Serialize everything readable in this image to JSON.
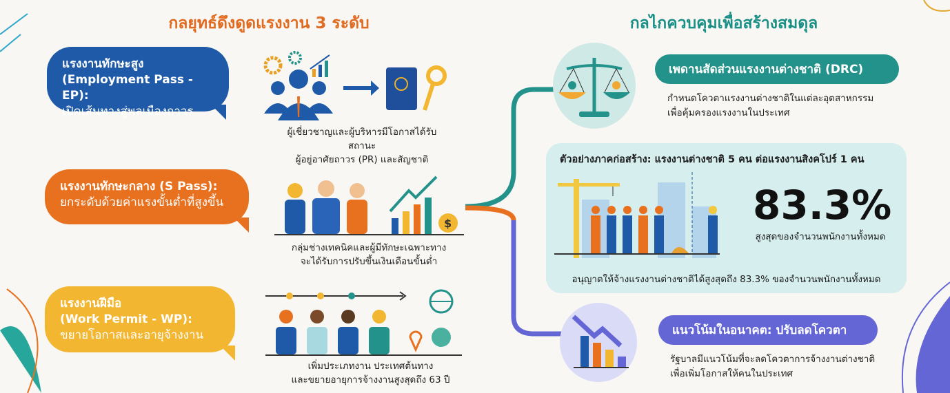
{
  "left": {
    "title": "กลยุทธ์ดึงดูดแรงงาน 3 ระดับ",
    "tiers": [
      {
        "lines": [
          "แรงงานทักษะสูง",
          "(Employment Pass - EP):",
          "เปิดเส้นทางสู่พลเมืองถาวร"
        ],
        "caption": [
          "ผู้เชี่ยวชาญและผู้บริหารมีโอกาสได้รับสถานะ",
          "ผู้อยู่อาศัยถาวร (PR) และสัญชาติ"
        ],
        "color": "#1f5aa8"
      },
      {
        "lines": [
          "แรงงานทักษะกลาง (S Pass):",
          "ยกระดับด้วยค่าแรงขั้นต่ำที่สูงขึ้น"
        ],
        "caption": [
          "กลุ่มช่างเทคนิคและผู้มีทักษะเฉพาะทาง",
          "จะได้รับการปรับขึ้นเงินเดือนขั้นต่ำ"
        ],
        "color": "#e8711f"
      },
      {
        "lines": [
          "แรงงานฝีมือ",
          "(Work Permit - WP):",
          "ขยายโอกาสและอายุจ้างงาน"
        ],
        "caption": [
          "เพิ่มประเภทงาน ประเทศต้นทาง",
          "และขยายอายุการจ้างงานสูงสุดถึง 63 ปี"
        ],
        "color": "#f2b630"
      }
    ]
  },
  "right": {
    "title": "กลไกควบคุมเพื่อสร้างสมดุล",
    "drc": {
      "label": "เพดานสัดส่วนแรงงานต่างชาติ (DRC)",
      "desc": [
        "กำหนดโควตาแรงงานต่างชาติในแต่ละอุตสาหกรรม",
        "เพื่อคุ้มครองแรงงานในประเทศ"
      ],
      "color": "#23928a"
    },
    "example": {
      "heading": "ตัวอย่างภาคก่อสร้าง: แรงงานต่างชาติ 5 คน ต่อแรงงานสิงคโปร์ 1 คน",
      "stat": "83.3%",
      "stat_label": "สูงสุดของจำนวนพนักงานทั้งหมด",
      "note": "อนุญาตให้จ้างแรงงานต่างชาติได้สูงสุดถึง 83.3% ของจำนวนพนักงานทั้งหมด"
    },
    "future": {
      "label": "แนวโน้มในอนาคต: ปรับลดโควตา",
      "desc": [
        "รัฐบาลมีแนวโน้มที่จะลดโควตาการจ้างงานต่างชาติ",
        "เพื่อเพิ่มโอกาสให้คนในประเทศ"
      ],
      "color": "#6466d6"
    }
  }
}
